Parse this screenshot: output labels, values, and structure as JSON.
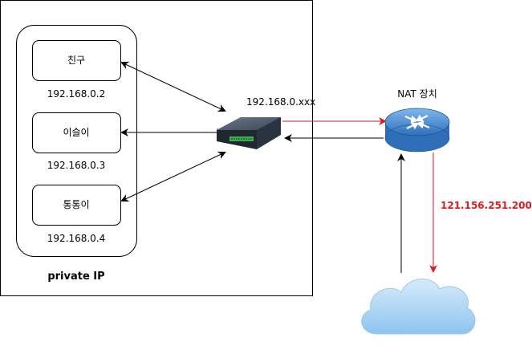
{
  "devices": [
    {
      "name": "친구",
      "ip": "192.168.0.2"
    },
    {
      "name": "이슬이",
      "ip": "192.168.0.3"
    },
    {
      "name": "통통이",
      "ip": "192.168.0.4"
    }
  ],
  "network": {
    "label": "private IP",
    "switch_ip": "192.168.0.xxx"
  },
  "nat": {
    "label": "NAT 장치",
    "public_ip": "121.156.251.200"
  },
  "colors": {
    "outbound_arrow": "#e31a1c",
    "public_ip_text": "#e31a1c",
    "router_blue": "#4a90d9",
    "cloud_blue": "#a8d4f5",
    "switch_dark": "#2f3a4a"
  },
  "icons": {
    "switch": "network-switch-icon",
    "router": "router-icon",
    "cloud": "cloud-icon"
  }
}
